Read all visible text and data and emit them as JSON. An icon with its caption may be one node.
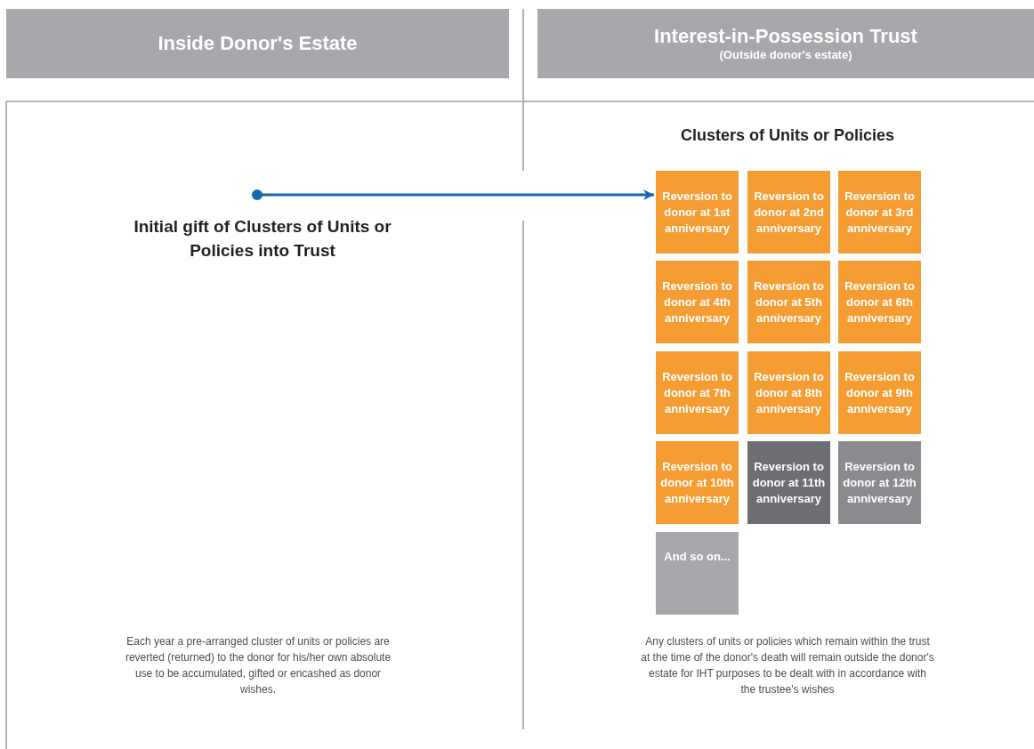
{
  "diagram": {
    "nodes": [
      {
        "text": [
          "Inside Donor's Estate"
        ]
      },
      {
        "text": [
          "Interest-in-Possession Trust",
          "(Outside donor's estate)"
        ]
      },
      {
        "text": [
          "Reversion to donor at 1st anniversary"
        ]
      },
      {
        "text": [
          "Reversion to donor at 2nd anniversary"
        ]
      },
      {
        "text": [
          "Reversion to donor at 3rd anniversary"
        ]
      },
      {
        "text": [
          "Reversion to donor at 4th anniversary"
        ]
      },
      {
        "text": [
          "Reversion to donor at 5th anniversary"
        ]
      },
      {
        "text": [
          "Reversion to donor at 6th anniversary"
        ]
      },
      {
        "text": [
          "Reversion to donor at 7th anniversary"
        ]
      },
      {
        "text": [
          "Reversion to donor at 8th anniversary"
        ]
      },
      {
        "text": [
          "Reversion to donor at 9th anniversary"
        ]
      },
      {
        "text": [
          "Reversion to donor at 10th anniversary"
        ]
      },
      {
        "text": [
          "Reversion to donor at 11th anniversary"
        ]
      },
      {
        "text": [
          "Reversion to donor at 12th anniversary"
        ]
      },
      {
        "text": [
          "And so on..."
        ]
      }
    ],
    "edges": [
      {
        "from": null,
        "to": 2,
        "arrow": "to"
      }
    ],
    "labels": [
      "Clusters of Units or Policies",
      "Initial gift of Clusters of Units or Policies into Trust",
      "Each year a pre-arranged cluster of units or policies are reverted (returned) to the donor for his/her own absolute use to be accumulated, gifted or encashed as donor wishes.",
      "Any clusters of units or policies which remain within the trust at the time of the donor's death will remain outside the donor's estate for IHT purposes to be dealt with in accordance with the trustee's wishes"
    ]
  }
}
